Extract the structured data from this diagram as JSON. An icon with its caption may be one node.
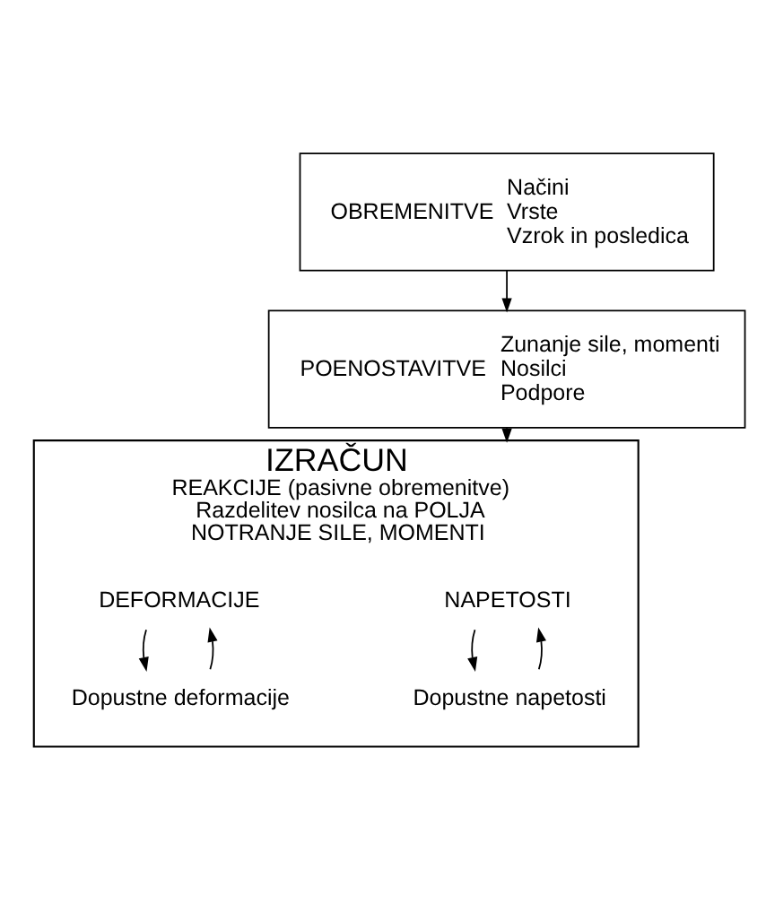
{
  "diagram": {
    "nodes": [
      {
        "text": [
          "OBREMENITVE",
          "Načini",
          "Vrste",
          "Vzrok in posledica"
        ]
      },
      {
        "text": [
          "POENOSTAVITVE",
          "Zunanje sile, momenti",
          "Nosilci",
          "Podpore"
        ]
      },
      {
        "text": [
          "IZRAČUN",
          "REAKCIJE (pasivne obremenitve)",
          "Razdelitev nosilca na POLJA",
          "NOTRANJE SILE, MOMENTI"
        ]
      },
      {
        "text": [
          "NAPETOSTI"
        ],
        "in": 2
      },
      {
        "text": [
          "Dopustne napetosti"
        ],
        "in": 2
      },
      {
        "text": [
          "DEFORMACIJE"
        ],
        "in": 2
      },
      {
        "text": [
          "Dopustne deformacije"
        ],
        "in": 2
      }
    ],
    "edges": [
      {
        "from": 0,
        "to": 1,
        "arrow": "to"
      },
      {
        "from": 1,
        "to": 2,
        "arrow": "to"
      },
      {
        "from": 3,
        "to": 4,
        "arrow": "to"
      },
      {
        "from": 4,
        "to": 3,
        "arrow": "to"
      },
      {
        "from": 5,
        "to": 6,
        "arrow": "to"
      },
      {
        "from": 6,
        "to": 5,
        "arrow": "to"
      }
    ]
  }
}
